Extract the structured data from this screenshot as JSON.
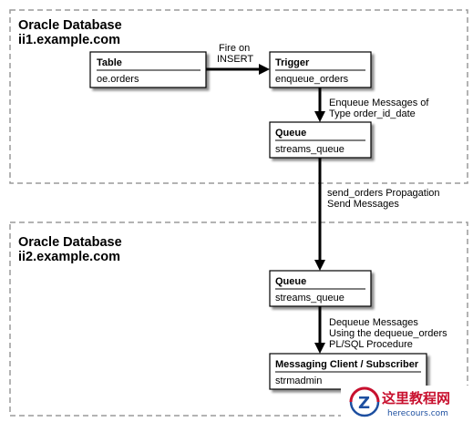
{
  "regions": [
    {
      "title_line1": "Oracle Database",
      "title_line2": "ii1.example.com"
    },
    {
      "title_line1": "Oracle Database",
      "title_line2": "ii2.example.com"
    }
  ],
  "boxes": {
    "table": {
      "title": "Table",
      "body": "oe.orders"
    },
    "trigger": {
      "title": "Trigger",
      "body": "enqueue_orders"
    },
    "queue1": {
      "title": "Queue",
      "body": "streams_queue"
    },
    "queue2": {
      "title": "Queue",
      "body": "streams_queue"
    },
    "client": {
      "title": "Messaging Client / Subscriber",
      "body": "strmadmin"
    }
  },
  "arrows": {
    "fire": {
      "line1": "Fire on",
      "line2": "INSERT"
    },
    "enqueue": {
      "line1": "Enqueue Messages of",
      "line2": "Type order_id_date"
    },
    "propagate": {
      "line1": "send_orders Propagation",
      "line2": "Send Messages"
    },
    "dequeue": {
      "line1": "Dequeue Messages",
      "line2": "Using the dequeue_orders",
      "line3": "PL/SQL Procedure"
    }
  },
  "watermark": {
    "text": "这里教程网",
    "url": "herecours.com"
  },
  "colors": {
    "box_fill": "#ffffff",
    "stroke": "#000000",
    "dashed": "#9a9a9a",
    "watermark_red": "#c8102e",
    "watermark_blue": "#1d4fa0"
  }
}
